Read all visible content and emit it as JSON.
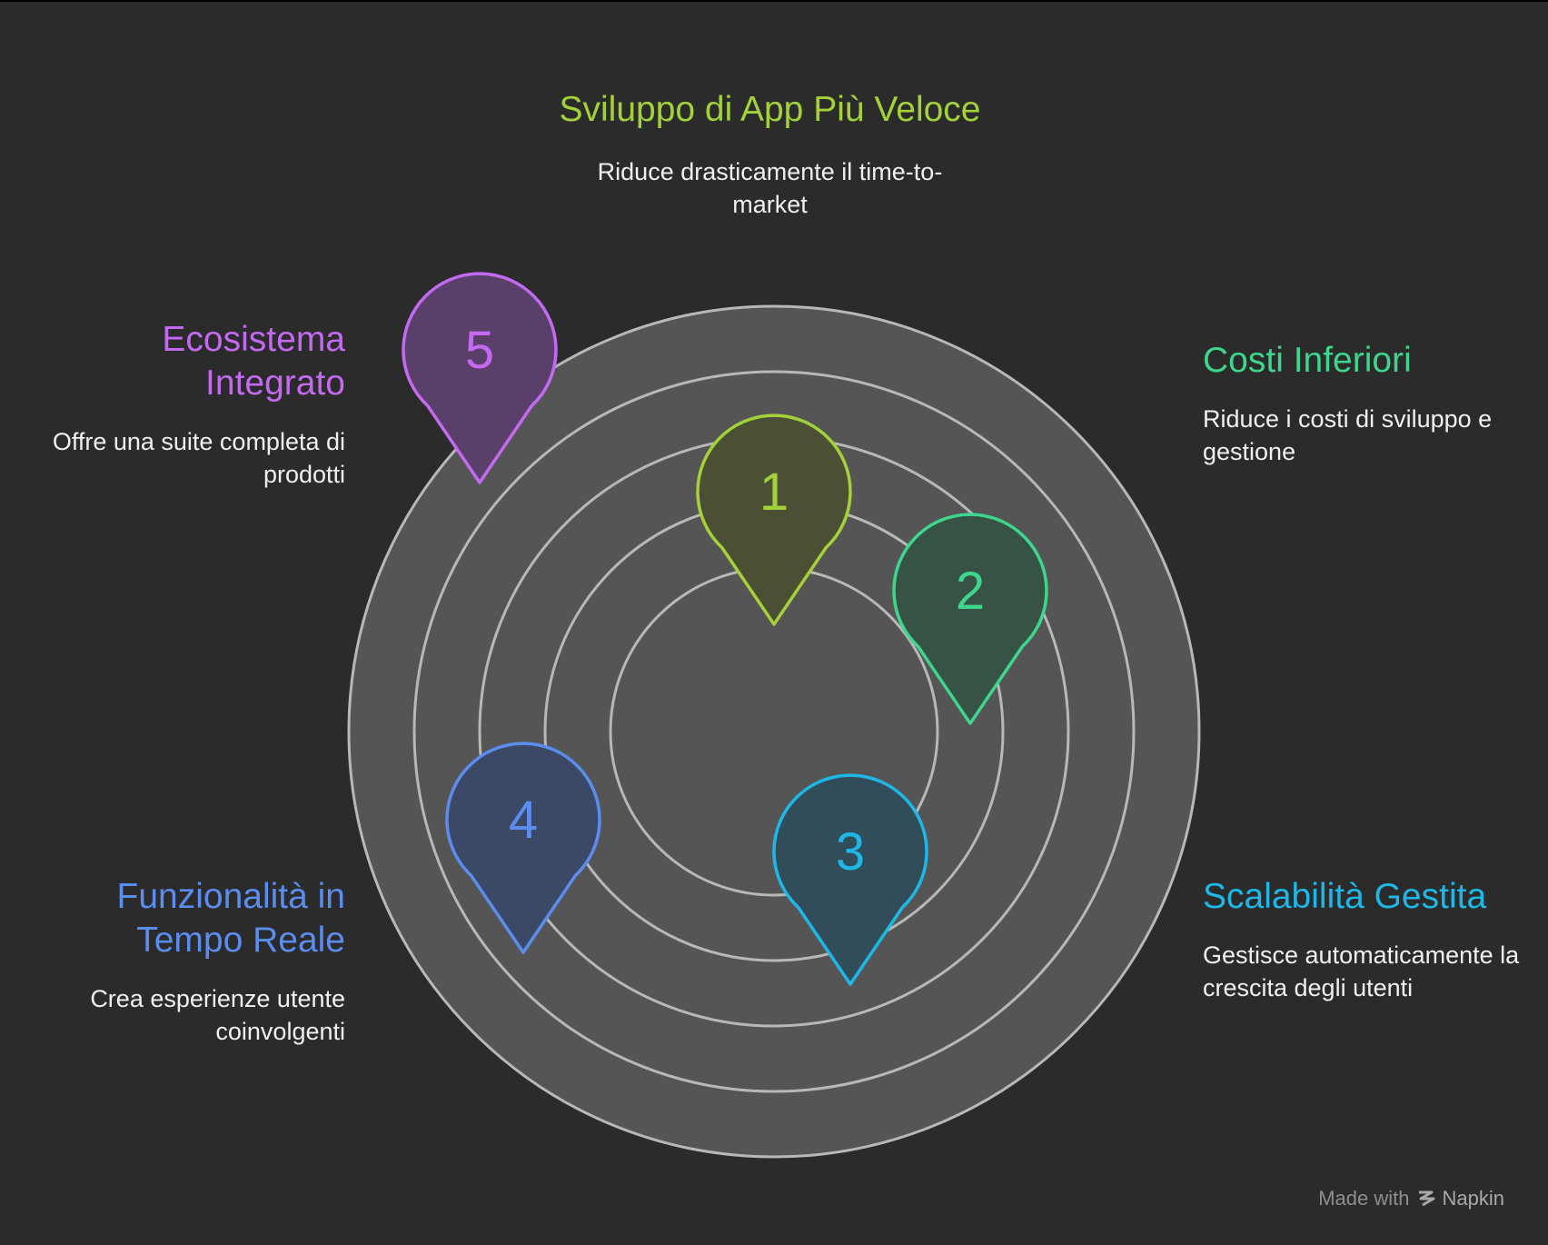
{
  "colors": {
    "background": "#2b2b2b",
    "ring_fill": "#555555",
    "ring_stroke": "#b8b8b8",
    "green_lime": "#a3d139",
    "green_teal": "#3dd68c",
    "cyan": "#1eb8e8",
    "blue": "#5b8def",
    "purple": "#c36af0"
  },
  "items": [
    {
      "number": "1",
      "title": "Sviluppo di App Più Veloce",
      "description": "Riduce drasticamente il time-to-market",
      "color": "#a3d139",
      "fill": "#4b5035"
    },
    {
      "number": "2",
      "title": "Costi Inferiori",
      "description": "Riduce i costi di sviluppo e gestione",
      "color": "#3dd68c",
      "fill": "#365346"
    },
    {
      "number": "3",
      "title": "Scalabilità Gestita",
      "description": "Gestisce automaticamente la crescita degli utenti",
      "color": "#1eb8e8",
      "fill": "#314d5a"
    },
    {
      "number": "4",
      "title": "Funzionalità in Tempo Reale",
      "description": "Crea esperienze utente coinvolgenti",
      "color": "#5b8def",
      "fill": "#3b4866"
    },
    {
      "number": "5",
      "title": "Ecosistema Integrato",
      "description": "Offre una suite completa di prodotti",
      "color": "#c36af0",
      "fill": "#5a3f6b"
    }
  ],
  "credit": {
    "prefix": "Made with",
    "brand": "Napkin",
    "icon": "napkin-logo-icon"
  }
}
